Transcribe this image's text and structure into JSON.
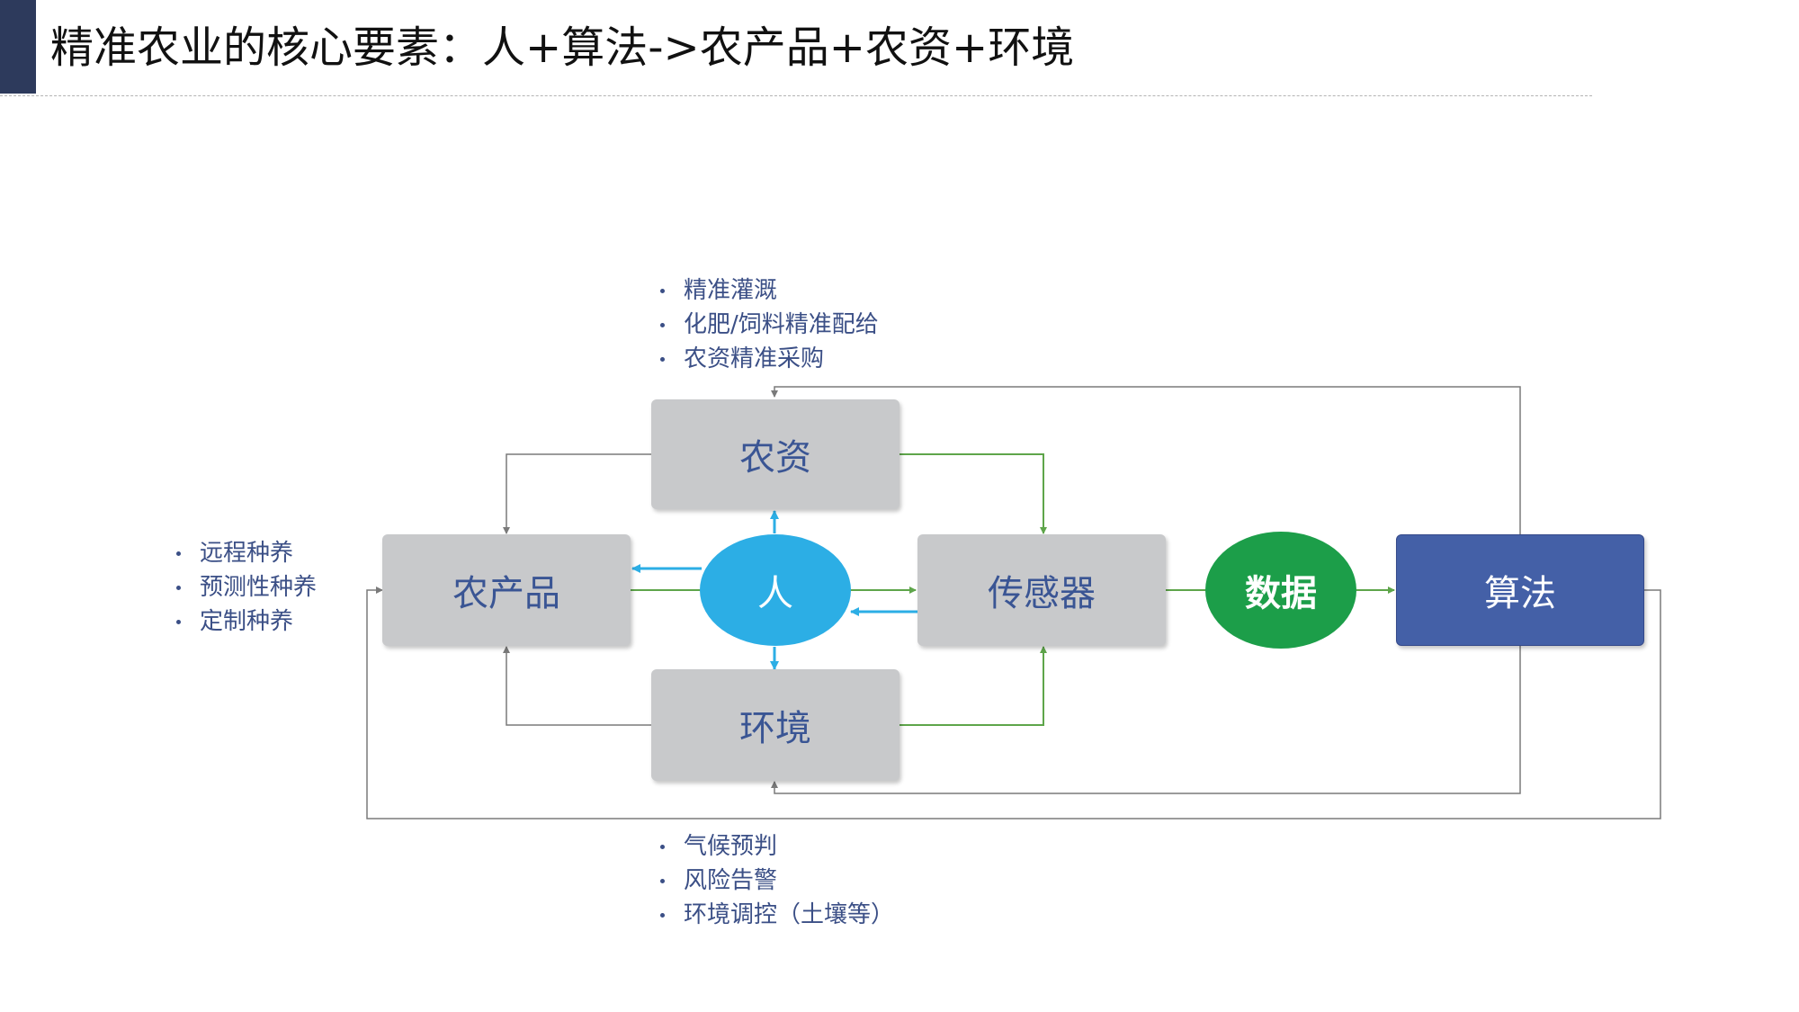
{
  "title": "精准农业的核心要素：人+算法->农产品+农资+环境",
  "colors": {
    "title_accent": "#2d3a5c",
    "box_gray": "#c8c9cb",
    "box_text": "#3a5594",
    "algorithm_blue": "#4460a7",
    "person_blue": "#2caee5",
    "data_green": "#1c9e49",
    "arrow_green": "#5ea54a",
    "arrow_blue": "#2caee5",
    "arrow_gray": "#7a7a7a",
    "bullet_text": "#3b4f86"
  },
  "nodes": {
    "nongzi": "农资",
    "nongchanpin": "农产品",
    "ren": "人",
    "chuanganqi": "传感器",
    "shuju": "数据",
    "suanfa": "算法",
    "huanjing": "环境"
  },
  "notes": {
    "nongzi": [
      "精准灌溉",
      "化肥/饲料精准配给",
      "农资精准采购"
    ],
    "nongchanpin": [
      "远程种养",
      "预测性种养",
      "定制种养"
    ],
    "huanjing": [
      "气候预判",
      "风险告警",
      "环境调控（土壤等）"
    ]
  }
}
